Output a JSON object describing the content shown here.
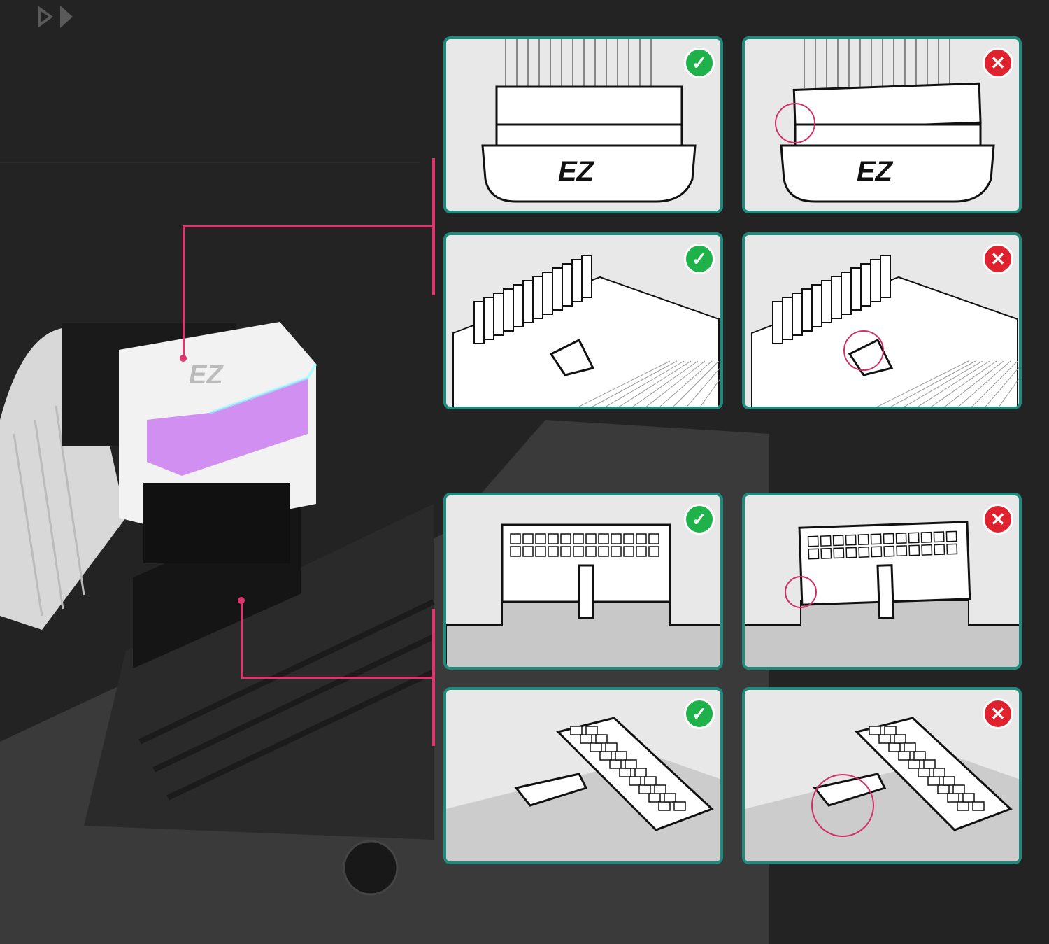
{
  "logo_text": "EZ",
  "colors": {
    "accent_line": "#e0336f",
    "panel_border": "#1f8a7e",
    "correct": "#1fb24a",
    "incorrect": "#e0222e"
  },
  "panels": [
    {
      "scene": "cable-top",
      "status": "correct",
      "icon": "check-icon",
      "symbol": "✓"
    },
    {
      "scene": "cable-top",
      "status": "incorrect",
      "icon": "x-icon",
      "symbol": "✕"
    },
    {
      "scene": "connector-iso",
      "status": "correct",
      "icon": "check-icon",
      "symbol": "✓"
    },
    {
      "scene": "connector-iso",
      "status": "incorrect",
      "icon": "x-icon",
      "symbol": "✕"
    },
    {
      "scene": "socket-front",
      "status": "correct",
      "icon": "check-icon",
      "symbol": "✓"
    },
    {
      "scene": "socket-front",
      "status": "incorrect",
      "icon": "x-icon",
      "symbol": "✕"
    },
    {
      "scene": "socket-iso",
      "status": "correct",
      "icon": "check-icon",
      "symbol": "✓"
    },
    {
      "scene": "socket-iso",
      "status": "incorrect",
      "icon": "x-icon",
      "symbol": "✕"
    }
  ]
}
